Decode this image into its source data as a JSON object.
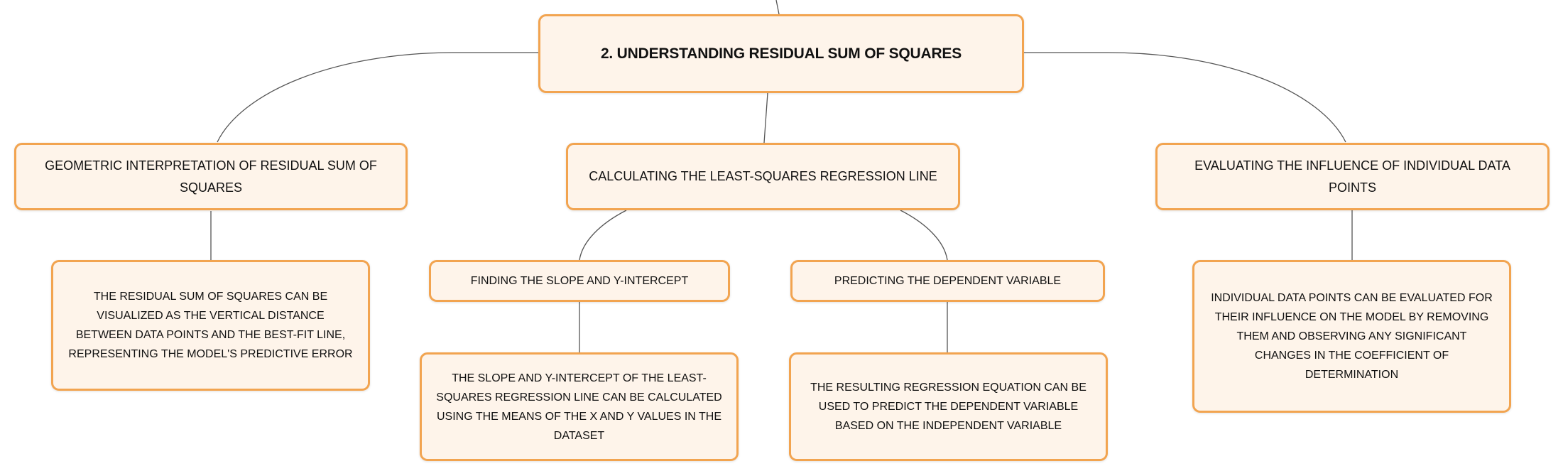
{
  "root": {
    "title": "2. UNDERSTANDING RESIDUAL SUM OF SQUARES"
  },
  "branches": [
    {
      "title": "GEOMETRIC INTERPRETATION OF RESIDUAL SUM OF SQUARES",
      "detail": "THE RESIDUAL SUM OF SQUARES CAN BE VISUALIZED AS THE VERTICAL DISTANCE BETWEEN DATA POINTS AND THE BEST-FIT LINE, REPRESENTING THE MODEL'S PREDICTIVE ERROR"
    },
    {
      "title": "CALCULATING THE LEAST-SQUARES REGRESSION LINE",
      "children": [
        {
          "title": "FINDING THE SLOPE AND Y-INTERCEPT",
          "detail": "THE SLOPE AND Y-INTERCEPT OF THE LEAST-SQUARES REGRESSION LINE CAN BE CALCULATED USING THE MEANS OF THE X AND Y VALUES IN THE DATASET"
        },
        {
          "title": "PREDICTING THE DEPENDENT VARIABLE",
          "detail": "THE RESULTING REGRESSION EQUATION CAN BE USED TO PREDICT THE DEPENDENT VARIABLE BASED ON THE INDEPENDENT VARIABLE"
        }
      ]
    },
    {
      "title": "EVALUATING THE INFLUENCE OF INDIVIDUAL DATA POINTS",
      "detail": "INDIVIDUAL DATA POINTS CAN BE EVALUATED FOR THEIR INFLUENCE ON THE MODEL BY REMOVING THEM AND OBSERVING ANY SIGNIFICANT CHANGES IN THE COEFFICIENT OF DETERMINATION"
    }
  ],
  "colors": {
    "border": "#f2a450",
    "fill": "#fef4ea",
    "line": "#555555"
  }
}
